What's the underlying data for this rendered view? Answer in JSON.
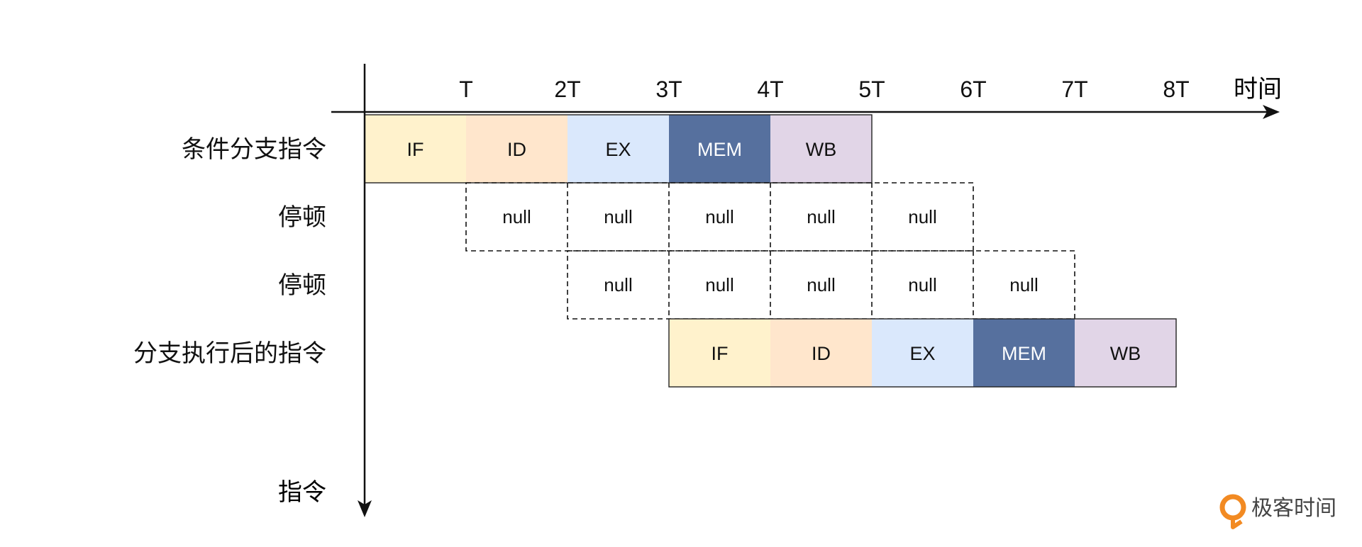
{
  "axes": {
    "x_label": "时间",
    "y_label": "指令",
    "ticks": [
      "T",
      "2T",
      "3T",
      "4T",
      "5T",
      "6T",
      "7T",
      "8T"
    ]
  },
  "rows": [
    {
      "label": "条件分支指令",
      "kind": "stages",
      "start": 0,
      "cells": [
        "IF",
        "ID",
        "EX",
        "MEM",
        "WB"
      ]
    },
    {
      "label": "停顿",
      "kind": "null",
      "start": 1,
      "cells": [
        "null",
        "null",
        "null",
        "null",
        "null"
      ]
    },
    {
      "label": "停顿",
      "kind": "null",
      "start": 2,
      "cells": [
        "null",
        "null",
        "null",
        "null",
        "null"
      ]
    },
    {
      "label": "分支执行后的指令",
      "kind": "stages",
      "start": 3,
      "cells": [
        "IF",
        "ID",
        "EX",
        "MEM",
        "WB"
      ]
    }
  ],
  "stage_colors": {
    "IF": {
      "fill": "#fff2cc",
      "text": "#111111"
    },
    "ID": {
      "fill": "#ffe6cc",
      "text": "#111111"
    },
    "EX": {
      "fill": "#dae8fc",
      "text": "#111111"
    },
    "MEM": {
      "fill": "#56709e",
      "text": "#ffffff"
    },
    "WB": {
      "fill": "#e1d5e7",
      "text": "#111111"
    }
  },
  "brand": {
    "name": "极客时间",
    "logo_icon": "geektime-logo-icon",
    "accent": "#f28a22"
  }
}
